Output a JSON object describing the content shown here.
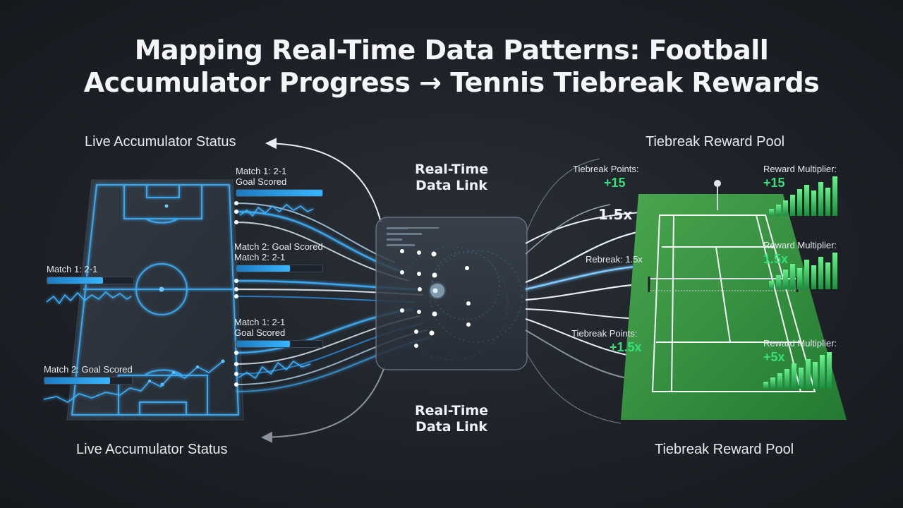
{
  "title": {
    "line1": "Mapping Real-Time Data Patterns: Football",
    "line2": "Accumulator Progress → Tennis Tiebreak Rewards"
  },
  "left": {
    "header_top": "Live Accumulator Status",
    "header_bottom": "Live Accumulator Status",
    "pitch_items": [
      {
        "text": "Match 1: 2-1",
        "progress": 0.65
      },
      {
        "text": "Match 2: Goal Scored",
        "progress": 0.75
      }
    ],
    "stream_items": [
      {
        "line1": "Match 1: 2-1",
        "line2": "Goal Scored",
        "progress": 1.0
      },
      {
        "line1": "Match 2: Goal Scored",
        "line2": "Match 2: 2-1",
        "progress": 0.62
      },
      {
        "line1": "Match 1: 2-1",
        "line2": "Goal Scored",
        "progress": 0.62
      }
    ]
  },
  "center": {
    "label_top": "Real-Time\nData Link",
    "label_bottom": "Real-Time\nData Link"
  },
  "right": {
    "header_top": "Tiebreak Reward Pool",
    "header_bottom": "Tiebreak Reward Pool",
    "arrow_value": "1.5x",
    "rebreak_text": "Rebreak: 1.5x",
    "points": [
      {
        "label": "Tiebreak Points:",
        "value": "+15"
      },
      {
        "label": "Tiebreak Points:",
        "value": "+1.5x"
      }
    ],
    "multipliers": [
      {
        "label": "Reward Multiplier:",
        "value": "+15"
      },
      {
        "label": "Reward Multiplier:",
        "value": "1.5x"
      },
      {
        "label": "Reward Multiplier:",
        "value": "+5x"
      }
    ]
  },
  "colors": {
    "accent_blue": "#38b6ff",
    "accent_green": "#35e07a",
    "court_green": "#2f8f3c",
    "background": "#1e2228"
  }
}
